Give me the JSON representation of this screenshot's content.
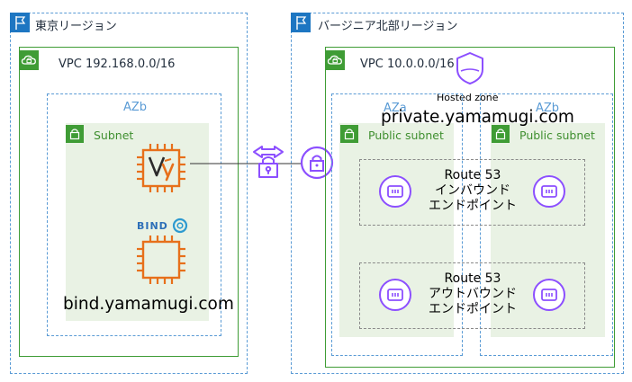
{
  "regions": {
    "tokyo": {
      "label": "東京リージョン",
      "vpc_label": "VPC 192.168.0.0/16",
      "az_label": "AZb",
      "subnet_label": "Subnet",
      "host_label": "bind.yamamugi.com",
      "bind_logo_text": "BIND"
    },
    "virginia": {
      "label": "バージニア北部リージョン",
      "vpc_label": "VPC 10.0.0.0/16",
      "hosted_zone_label": "Hosted zone",
      "zone_domain": "private.yamamugi.com",
      "az_a_label": "AZa",
      "az_b_label": "AZb",
      "subnet_a_label": "Public subnet",
      "subnet_b_label": "Public subnet",
      "inbound_endpoint": {
        "line1": "Route 53",
        "line2": "インバウンド",
        "line3": "エンドポイント"
      },
      "outbound_endpoint": {
        "line1": "Route 53",
        "line2": "アウトバウンド",
        "line3": "エンドポイント"
      }
    }
  },
  "colors": {
    "region_border": "#5a9bd5",
    "vpc_border": "#3f9c35",
    "subnet_fill": "#e9f2e4",
    "ec2_orange": "#e7701b",
    "purple": "#8c4fff"
  },
  "icons": [
    "region-flag-icon",
    "vpc-cloud-icon",
    "subnet-lock-icon",
    "ec2-instance-icon",
    "vpn-gateway-icon",
    "hosted-zone-icon",
    "resolver-endpoint-icon"
  ]
}
